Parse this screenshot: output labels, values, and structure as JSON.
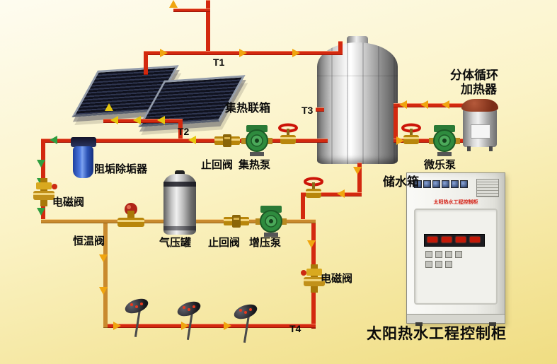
{
  "labels": {
    "manifold": "集热联箱",
    "split_heater_line1": "分体循环",
    "split_heater_line2": "加热器",
    "descaler": "阻垢除垢器",
    "check_valve_top": "止回阀",
    "heat_pump": "集热泵",
    "solenoid_left": "电磁阀",
    "storage_tank": "储水箱",
    "micro_pump": "微乐泵",
    "thermostat_valve": "恒温阀",
    "pressure_tank": "气压罐",
    "check_valve_mid": "止回阀",
    "booster_pump": "增压泵",
    "solenoid_right": "电磁阀",
    "cabinet_title": "太阳热水工程控制柜",
    "cabinet_panel_text": "太阳热水工程控制柜"
  },
  "sensors": {
    "t1": "T1",
    "t2": "T2",
    "t3": "T3",
    "t4": "T4"
  },
  "colors": {
    "pipe_hot": "#d3290f",
    "pipe_mixed": "#c98a2e",
    "arrow_orange": "#f0a50f",
    "arrow_yellow": "#e6c60e",
    "arrow_green": "#2f9e3f",
    "accent_red": "#d42015",
    "pump_green": "#2e8b3e",
    "brass": "#b8860b",
    "filter_blue": "#2e55b8"
  }
}
